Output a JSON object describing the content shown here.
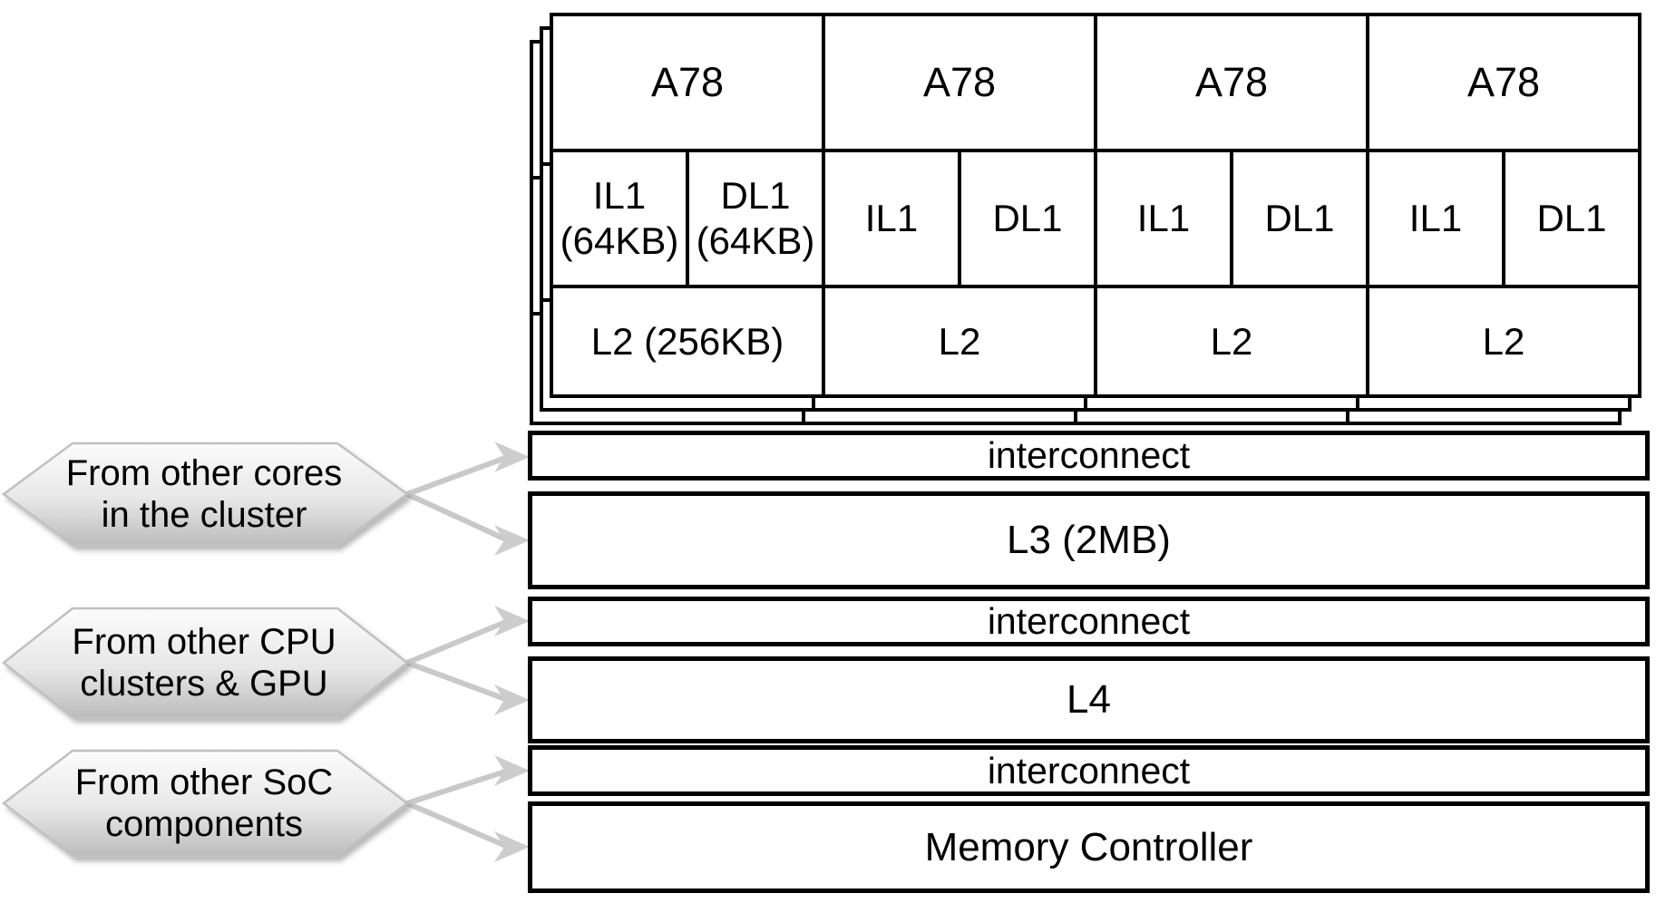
{
  "cluster": {
    "cores": [
      {
        "core": "A78",
        "il1": "IL1",
        "il1_size": "(64KB)",
        "dl1": "DL1",
        "dl1_size": "(64KB)",
        "l2": "L2 (256KB)"
      },
      {
        "core": "A78",
        "il1": "IL1",
        "dl1": "DL1",
        "l2": "L2"
      },
      {
        "core": "A78",
        "il1": "IL1",
        "dl1": "DL1",
        "l2": "L2"
      },
      {
        "core": "A78",
        "il1": "IL1",
        "dl1": "DL1",
        "l2": "L2"
      }
    ]
  },
  "memory_hierarchy": [
    {
      "label": "interconnect"
    },
    {
      "label": "L3 (2MB)"
    },
    {
      "label": "interconnect"
    },
    {
      "label": "L4"
    },
    {
      "label": "interconnect"
    },
    {
      "label": "Memory Controller"
    }
  ],
  "callouts": [
    {
      "line1": "From other cores",
      "line2": "in the cluster"
    },
    {
      "line1": "From other CPU",
      "line2": "clusters & GPU"
    },
    {
      "line1": "From other SoC",
      "line2": "components"
    }
  ],
  "colors": {
    "border": "#000000",
    "arrow": "#c9c9c9",
    "arrowhead": "#cdcdcd",
    "hexagon_top": "#fcfcfc",
    "hexagon_mid": "#e7e7e7",
    "hexagon_bottom": "#bcbcbc",
    "hexagon_stroke": "#c0c0c0"
  }
}
